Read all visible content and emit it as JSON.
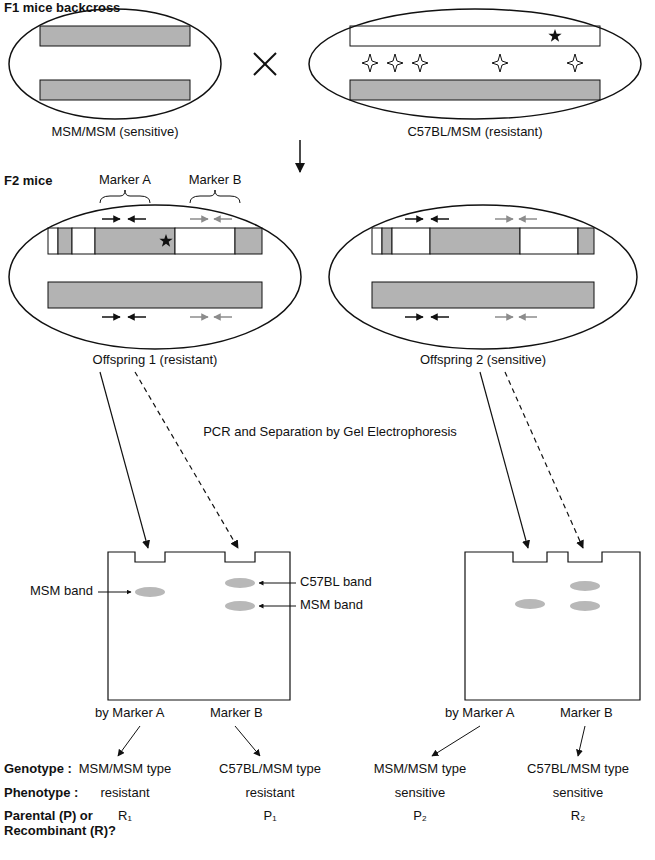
{
  "diagram": {
    "nodes": [
      {
        "text": [
          "MSM/MSM (sensitive)"
        ]
      },
      {
        "text": [
          "C57BL/MSM (resistant)"
        ]
      },
      {
        "text": [
          "Offspring 1 (resistant)"
        ]
      },
      {
        "text": [
          "Offspring 2 (sensitive)"
        ]
      }
    ],
    "labels": [
      "F1 mice backcross",
      "F2 mice",
      "Marker A",
      "Marker B",
      "PCR and Separation by Gel Electrophoresis",
      "MSM band",
      "C57BL band",
      "MSM band",
      "by Marker A",
      "Marker B",
      "by Marker A",
      "Marker B",
      "Genotype :",
      "MSM/MSM type",
      "C57BL/MSM type",
      "MSM/MSM type",
      "C57BL/MSM type",
      "Phenotype :",
      "resistant",
      "resistant",
      "sensitive",
      "sensitive",
      "Parental (P) or Recombinant (R)?",
      "R₁",
      "P₁",
      "P₂",
      "R₂"
    ]
  }
}
